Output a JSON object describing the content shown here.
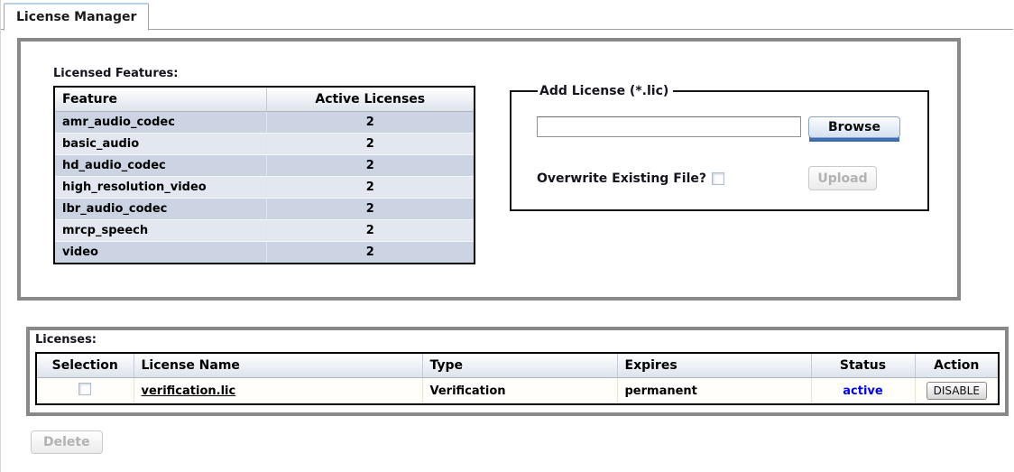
{
  "tab": {
    "label": "License Manager"
  },
  "licensed_features": {
    "title": "Licensed Features:",
    "columns": [
      "Feature",
      "Active Licenses"
    ],
    "rows": [
      [
        "amr_audio_codec",
        "2"
      ],
      [
        "basic_audio",
        "2"
      ],
      [
        "hd_audio_codec",
        "2"
      ],
      [
        "high_resolution_video",
        "2"
      ],
      [
        "lbr_audio_codec",
        "2"
      ],
      [
        "mrcp_speech",
        "2"
      ],
      [
        "video",
        "2"
      ]
    ]
  },
  "add_license": {
    "legend": "Add License (*.lic)",
    "file_input_value": "",
    "browse_label": "Browse",
    "overwrite_label": "Overwrite Existing File?",
    "overwrite_checked": false,
    "upload_label": "Upload",
    "upload_enabled": false
  },
  "licenses": {
    "title": "Licenses:",
    "columns": [
      "Selection",
      "License Name",
      "Type",
      "Expires",
      "Status",
      "Action"
    ],
    "rows": [
      {
        "selected": false,
        "name": "verification.lic",
        "type": "Verification",
        "expires": "permanent",
        "status": "active",
        "action": "DISABLE"
      }
    ]
  },
  "footer": {
    "delete_label": "Delete",
    "delete_enabled": false
  },
  "colors": {
    "status_active": "#0000ff",
    "accent_blue": "#3c6db1",
    "tab_accent": "#b4d0ea",
    "panel_border": "#888888",
    "table_border": "#000000",
    "row_odd": "#ccd3e2",
    "row_even": "#e3e7f0",
    "header_gradient_bottom": "#dde3ec"
  }
}
